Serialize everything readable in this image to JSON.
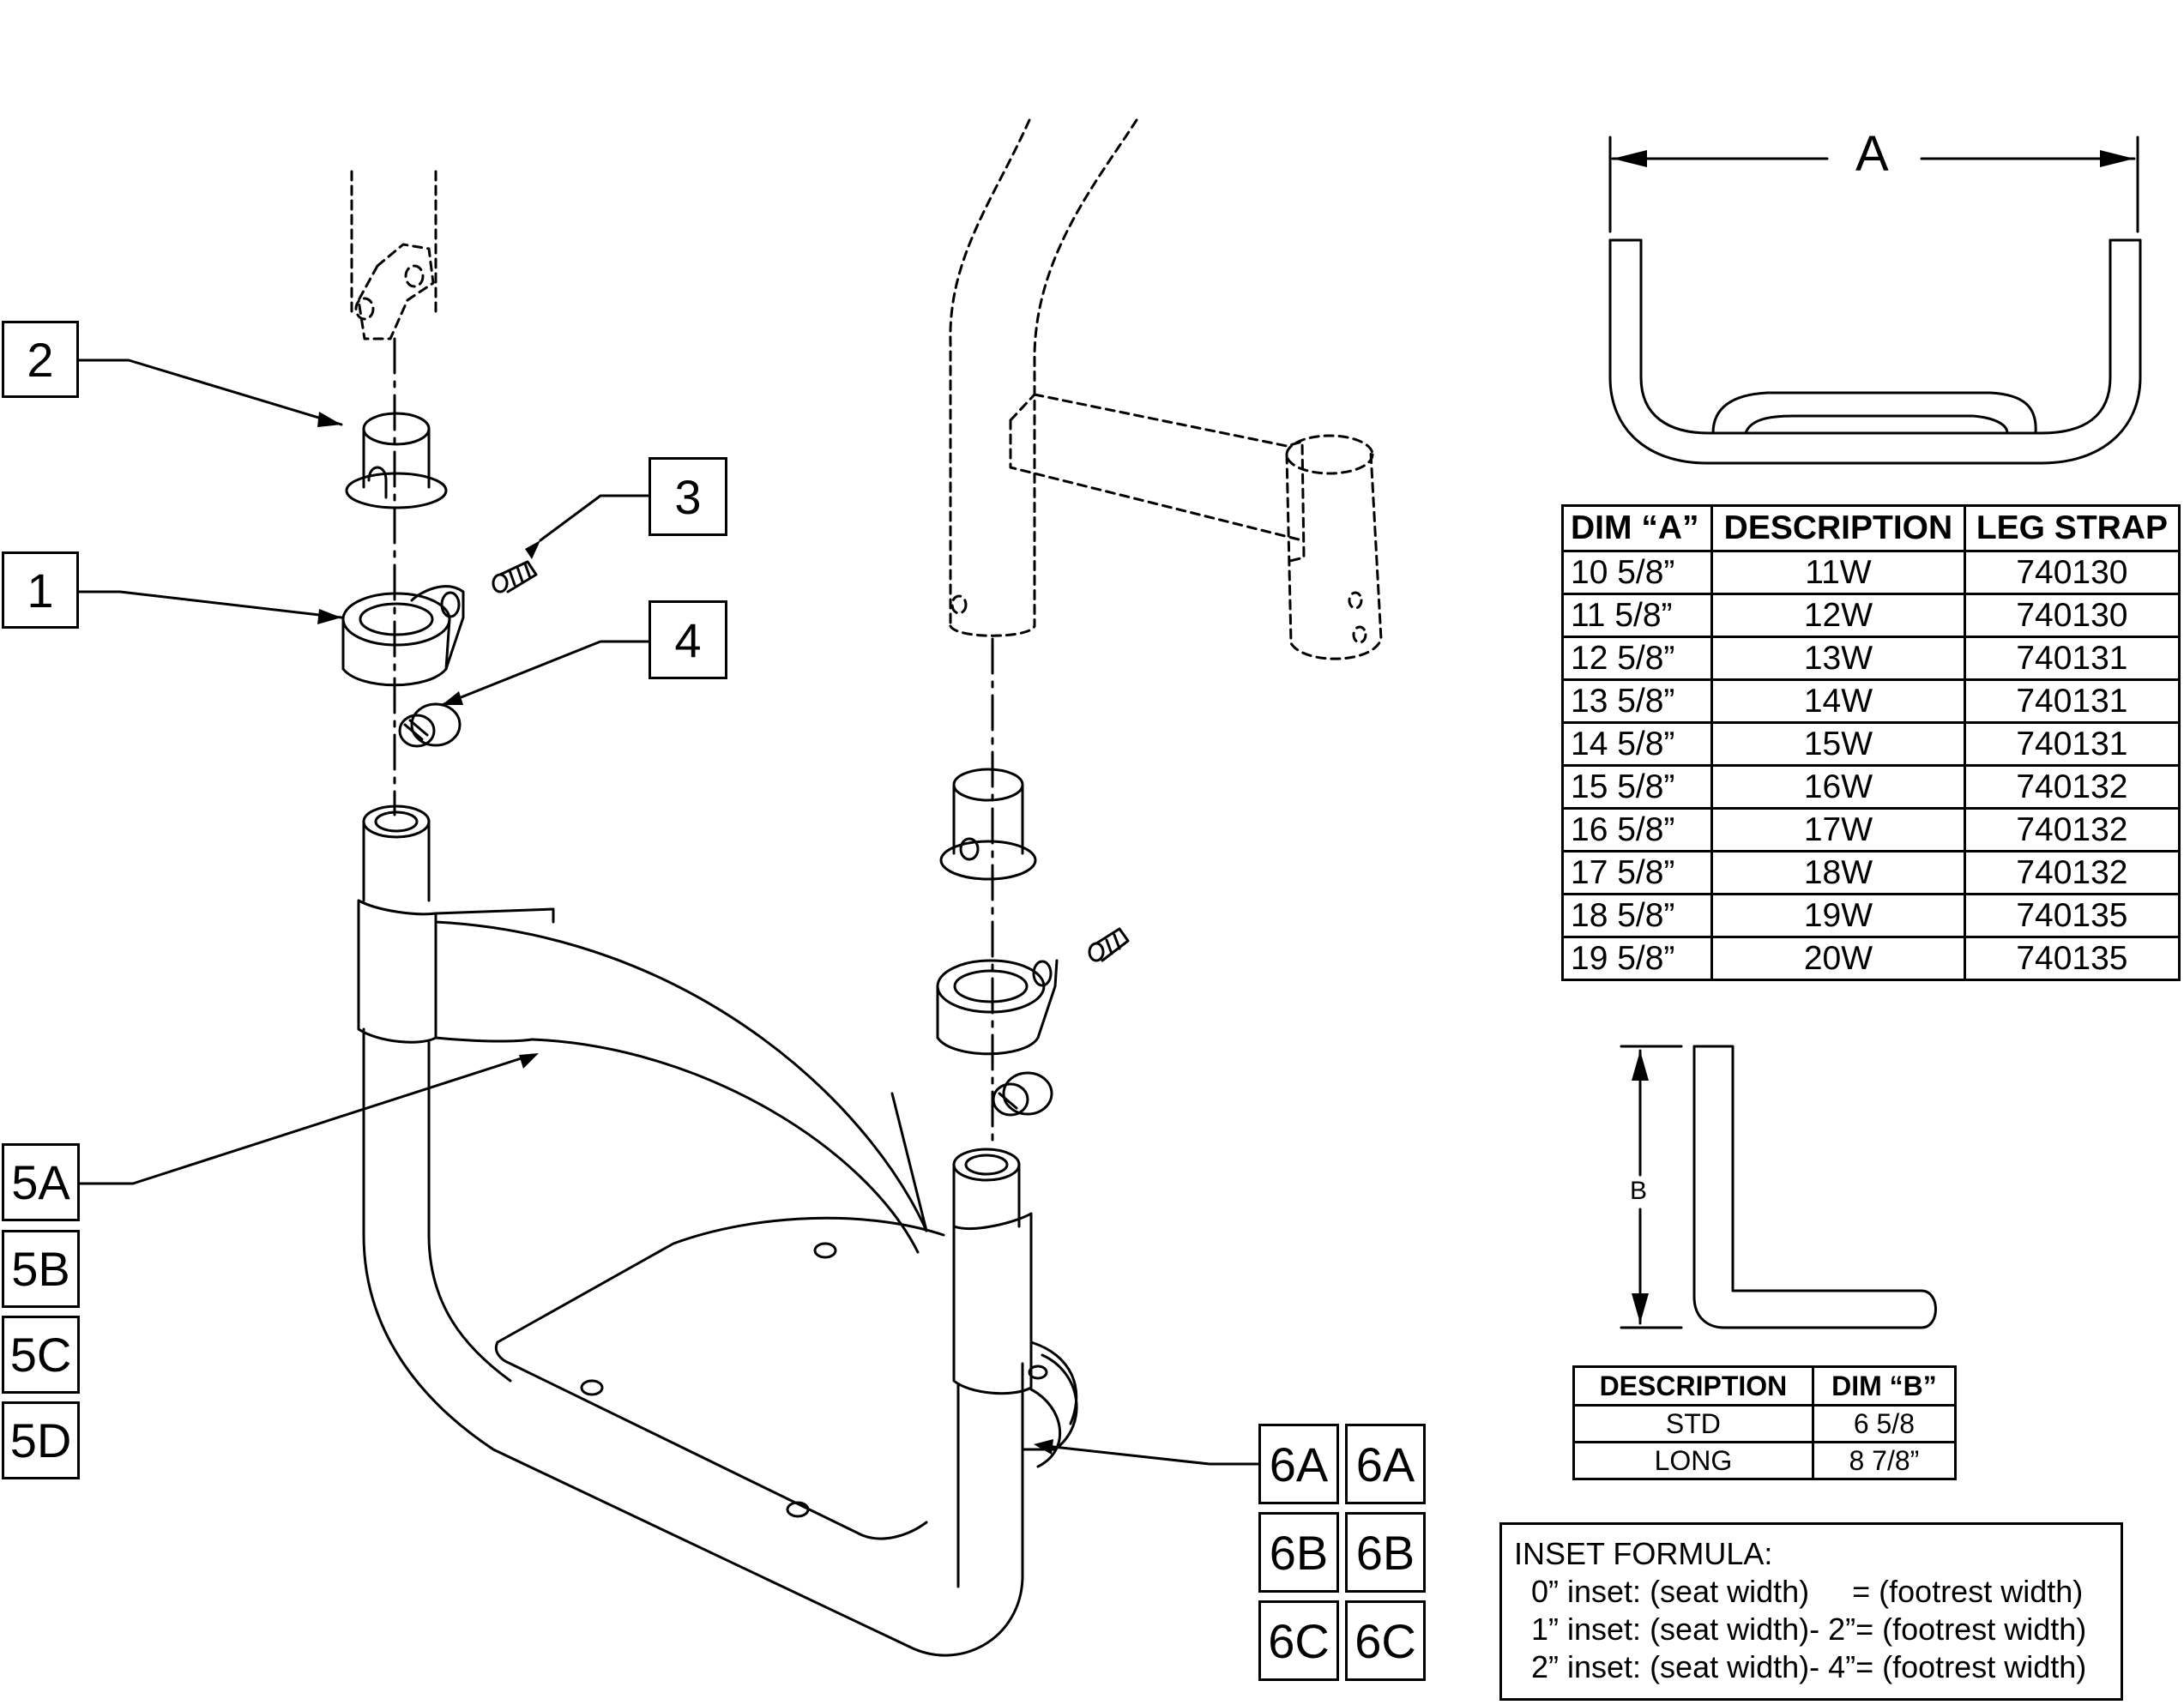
{
  "callouts": {
    "c1": "1",
    "c2": "2",
    "c3": "3",
    "c4": "4",
    "c5a": "5A",
    "c5b": "5B",
    "c5c": "5C",
    "c5d": "5D",
    "c6a_left": "6A",
    "c6a_right": "6A",
    "c6b_left": "6B",
    "c6b_right": "6B",
    "c6c_left": "6C",
    "c6c_right": "6C"
  },
  "dims": {
    "a_label": "A",
    "b_label": "B"
  },
  "table_a": {
    "headers": [
      "DIM “A”",
      "DESCRIPTION",
      "LEG STRAP"
    ],
    "rows": [
      [
        "10 5/8”",
        "11W",
        "740130"
      ],
      [
        "11 5/8”",
        "12W",
        "740130"
      ],
      [
        "12 5/8”",
        "13W",
        "740131"
      ],
      [
        "13 5/8”",
        "14W",
        "740131"
      ],
      [
        "14 5/8”",
        "15W",
        "740131"
      ],
      [
        "15 5/8”",
        "16W",
        "740132"
      ],
      [
        "16 5/8”",
        "17W",
        "740132"
      ],
      [
        "17 5/8”",
        "18W",
        "740132"
      ],
      [
        "18 5/8”",
        "19W",
        "740135"
      ],
      [
        "19 5/8”",
        "20W",
        "740135"
      ]
    ]
  },
  "table_b": {
    "headers": [
      "DESCRIPTION",
      "DIM “B”"
    ],
    "rows": [
      [
        "STD",
        "6 5/8"
      ],
      [
        "LONG",
        "8 7/8”"
      ]
    ]
  },
  "inset_formula": {
    "title": "INSET FORMULA:",
    "lines": [
      "  0” inset: (seat width)     = (footrest width)",
      "  1” inset: (seat width)- 2”= (footrest width)",
      "  2” inset: (seat width)- 4”= (footrest width)"
    ]
  }
}
